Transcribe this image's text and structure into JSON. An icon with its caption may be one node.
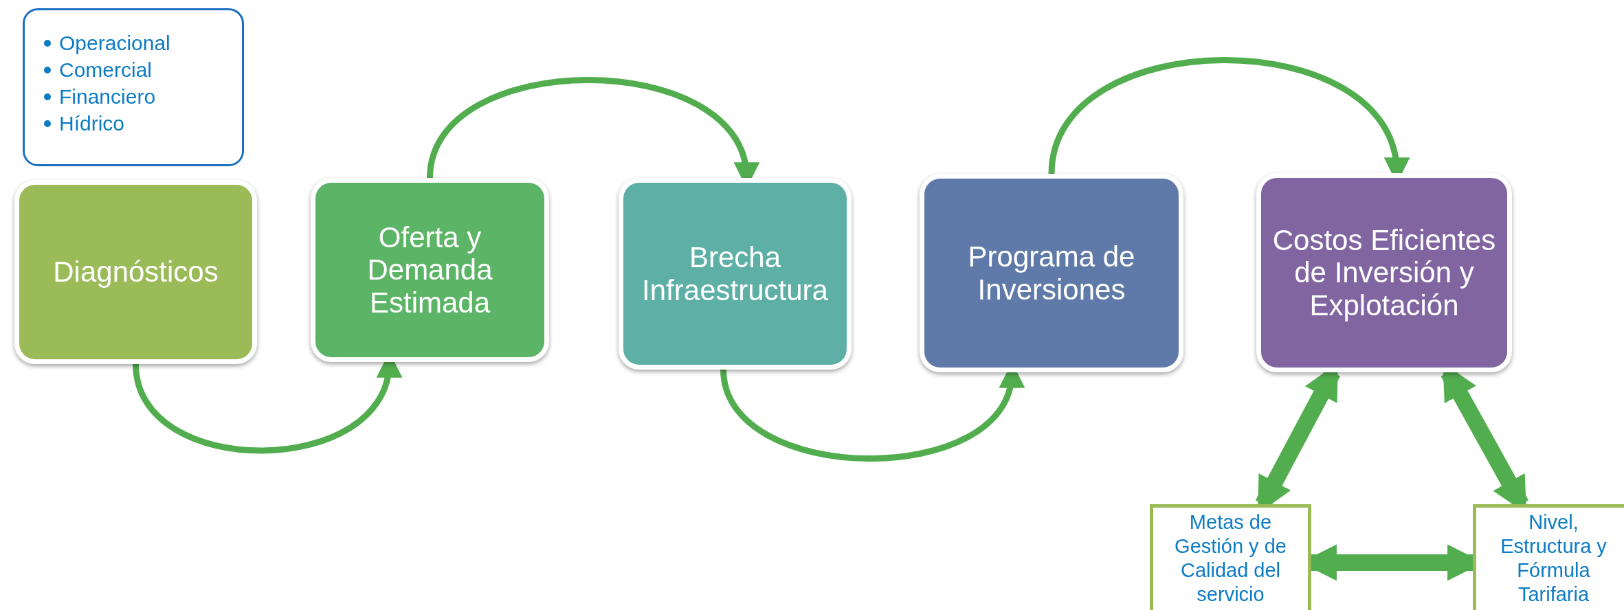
{
  "diagram": {
    "nodes": [
      {
        "text": [
          "Operacional",
          "Comercial",
          "Financiero",
          "Hídrico"
        ]
      },
      {
        "text": [
          "Diagnósticos"
        ]
      },
      {
        "text": [
          "Oferta y Demanda Estimada"
        ]
      },
      {
        "text": [
          "Brecha Infraestructura"
        ]
      },
      {
        "text": [
          "Programa de Inversiones"
        ]
      },
      {
        "text": [
          "Costos Eficientes de Inversión y Explotación"
        ]
      },
      {
        "text": [
          "Metas de Gestión y de Calidad del servicio"
        ]
      },
      {
        "text": [
          "Nivel, Estructura y Fórmula Tarifaria"
        ]
      }
    ],
    "edges": [
      {
        "from": 1,
        "to": 2,
        "arrow": "to"
      },
      {
        "from": 2,
        "to": 3,
        "arrow": "to"
      },
      {
        "from": 3,
        "to": 4,
        "arrow": "to"
      },
      {
        "from": 4,
        "to": 5,
        "arrow": "to"
      },
      {
        "from": 5,
        "to": 6,
        "arrow": "both",
        "style": "thick"
      },
      {
        "from": 5,
        "to": 7,
        "arrow": "both",
        "style": "thick"
      },
      {
        "from": 6,
        "to": 7,
        "arrow": "both",
        "style": "thick"
      }
    ]
  }
}
